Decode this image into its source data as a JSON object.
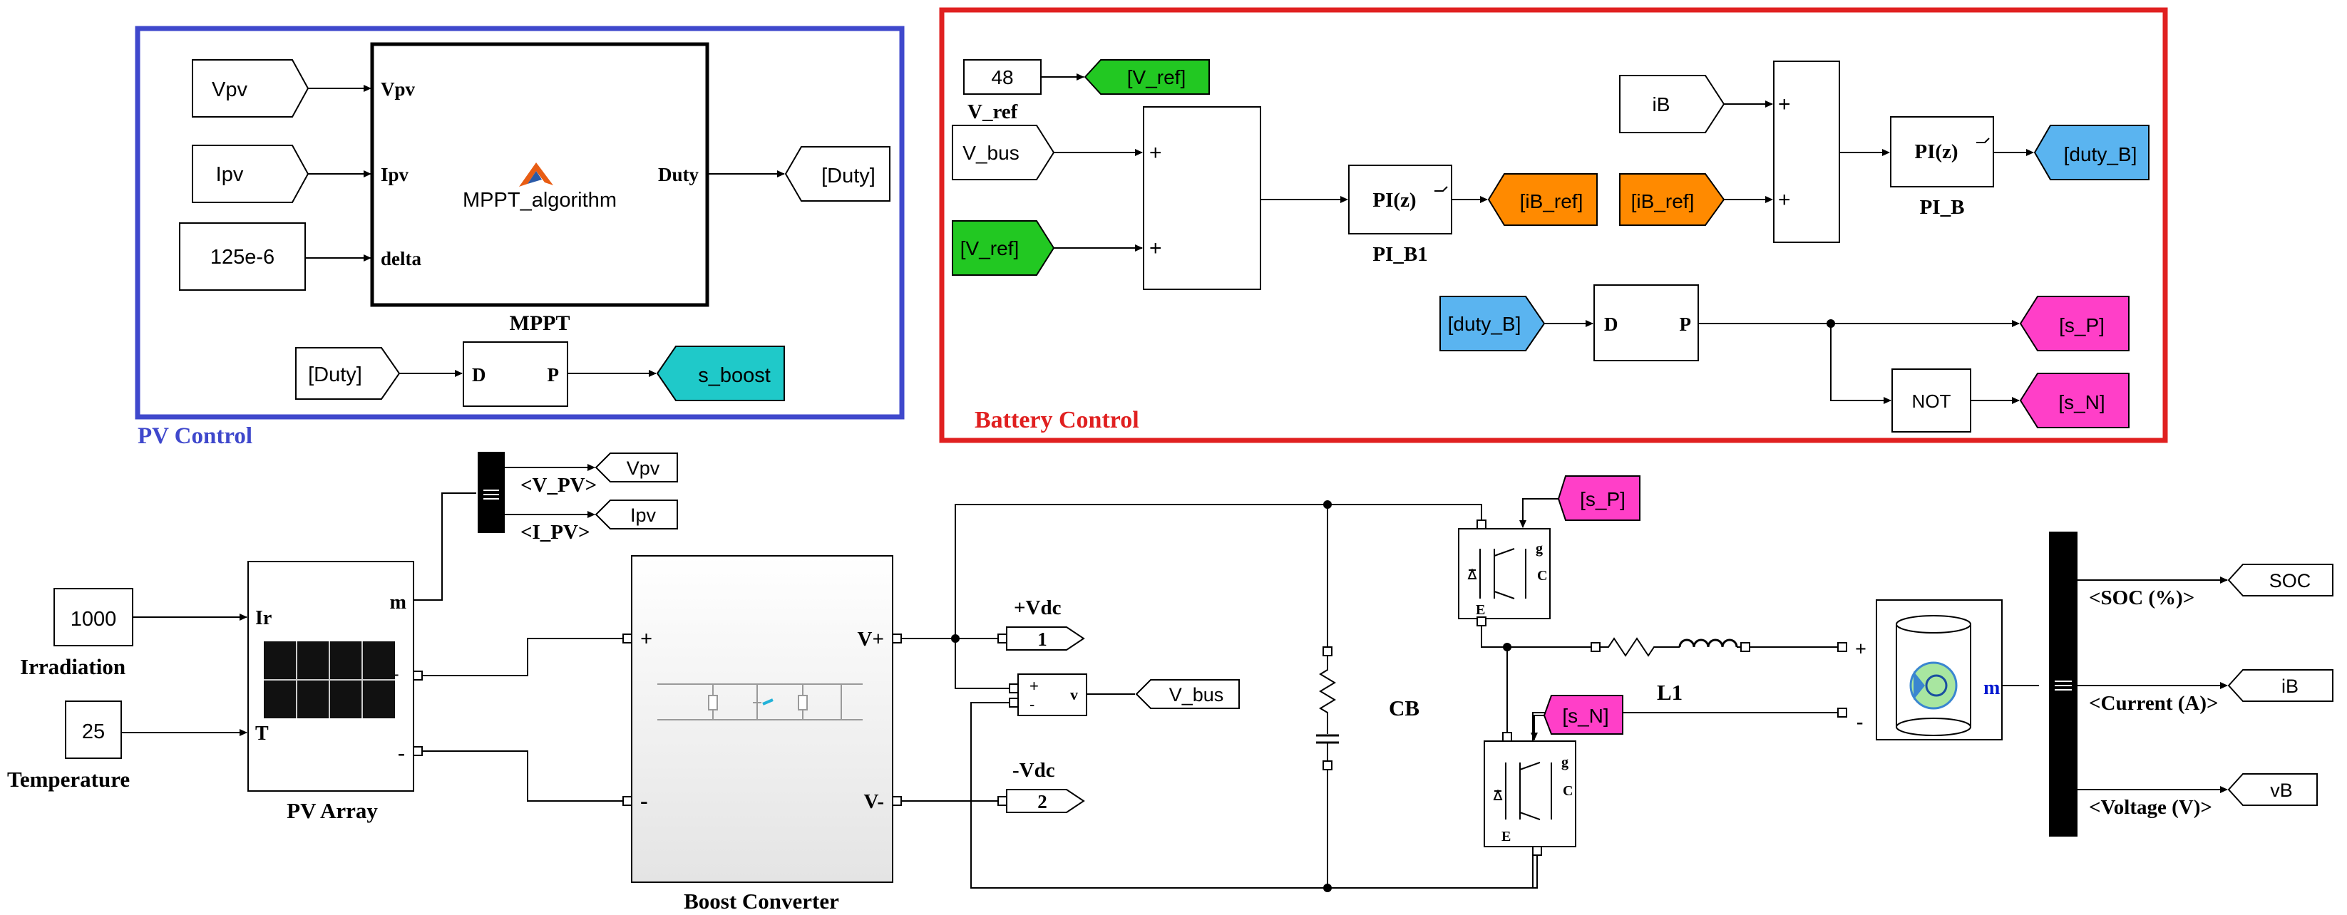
{
  "pv_control": {
    "title": "PV Control",
    "border_color": "#3f48cc",
    "inputs": {
      "vpv": "Vpv",
      "ipv": "Ipv",
      "delta_const": "125e-6"
    },
    "mppt": {
      "name": "MPPT",
      "label": "MPPT_algorithm",
      "in_ports": [
        "Vpv",
        "Ipv",
        "delta"
      ],
      "out_port": "Duty"
    },
    "duty_goto": "[Duty]",
    "duty_from": "[Duty]",
    "pwm": {
      "in": "D",
      "out": "P"
    },
    "s_boost": "s_boost"
  },
  "battery_control": {
    "title": "Battery Control",
    "border_color": "#e02020",
    "vref_const": "48",
    "vref_goto": "[V_ref]",
    "vref_const_label": "V_ref",
    "vbus_from": "V_bus",
    "vref_from": "[V_ref]",
    "sum1_signs": [
      "+",
      "+"
    ],
    "pi_b1": {
      "text": "PI(z)",
      "name": "PI_B1"
    },
    "ib_ref_goto": "[iB_ref]",
    "ib_ref_from": "[iB_ref]",
    "ib_from": "iB",
    "sum2_signs": [
      "+",
      "+"
    ],
    "pi_b": {
      "text": "PI(z)",
      "name": "PI_B"
    },
    "duty_b_goto": "[duty_B]",
    "duty_b_from": "[duty_B]",
    "pwm": {
      "in": "D",
      "out": "P"
    },
    "not_label": "NOT",
    "s_p": "[s_P]",
    "s_n": "[s_N]"
  },
  "power_circuit": {
    "irradiation": {
      "value": "1000",
      "label": "Irradiation"
    },
    "temperature": {
      "value": "25",
      "label": "Temperature"
    },
    "pv_array": {
      "name": "PV Array",
      "ports": [
        "Ir",
        "T",
        "m",
        "+",
        "-"
      ]
    },
    "pv_bus": {
      "signals": [
        "<V_PV>",
        "<I_PV>"
      ],
      "gotos": [
        "Vpv",
        "Ipv"
      ]
    },
    "boost": {
      "name": "Boost Converter",
      "ports": [
        "+",
        "-",
        "V+",
        "V-"
      ]
    },
    "outports": [
      {
        "num": "1",
        "label": "+Vdc"
      },
      {
        "num": "2",
        "label": "-Vdc"
      }
    ],
    "vmeter": {
      "port_signs": [
        "+",
        "-"
      ],
      "label": "v"
    },
    "vbus_goto": "V_bus",
    "cb_label": "CB",
    "l1_label": "L1",
    "s_p_from": "[s_P]",
    "s_n_from": "[s_N]",
    "igbt": {
      "g": "g",
      "c": "C",
      "e": "E"
    },
    "battery": {
      "ports": [
        "+",
        "-"
      ],
      "m": "m"
    },
    "batt_bus": {
      "signals": [
        "<SOC (%)>",
        "<Current (A)>",
        "<Voltage (V)>"
      ],
      "gotos": [
        "SOC",
        "iB",
        "vB"
      ]
    }
  },
  "colors": {
    "cyan": "#1fc9c9",
    "green": "#22c822",
    "orange": "#ff8a00",
    "lightblue": "#5ab4f0",
    "magenta": "#ff3fc8",
    "red_label": "#e02020",
    "blue_label": "#3f48cc",
    "m_blue": "#0018d0"
  }
}
